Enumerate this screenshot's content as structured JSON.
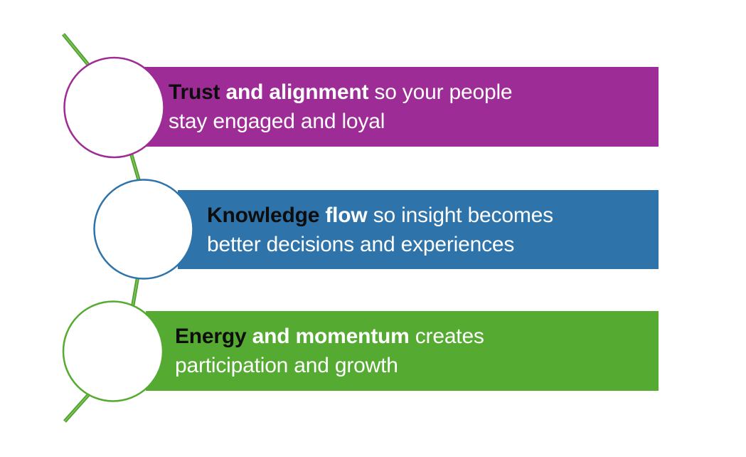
{
  "canvas": {
    "background": "#FFFFFF"
  },
  "connector": {
    "name": "s-curve-connector",
    "stroke_outer": "#4FA02E",
    "stroke_inner": "#7CC455"
  },
  "items": [
    {
      "id": "trust",
      "color": "#9E2C96",
      "emphasis_dark": "Trust",
      "emphasis_light": "and alignment",
      "line1_rest": "so your people",
      "line2": "stay engaged and loyal"
    },
    {
      "id": "knowledge",
      "color": "#2E73A9",
      "emphasis_dark": "Knowledge",
      "emphasis_light": "flow",
      "line1_rest": "so insight becomes",
      "line2": "better decisions and experiences"
    },
    {
      "id": "energy",
      "color": "#55AB31",
      "emphasis_dark": "Energy",
      "emphasis_light": "and momentum",
      "line1_rest": "creates",
      "line2": "participation and growth"
    }
  ]
}
